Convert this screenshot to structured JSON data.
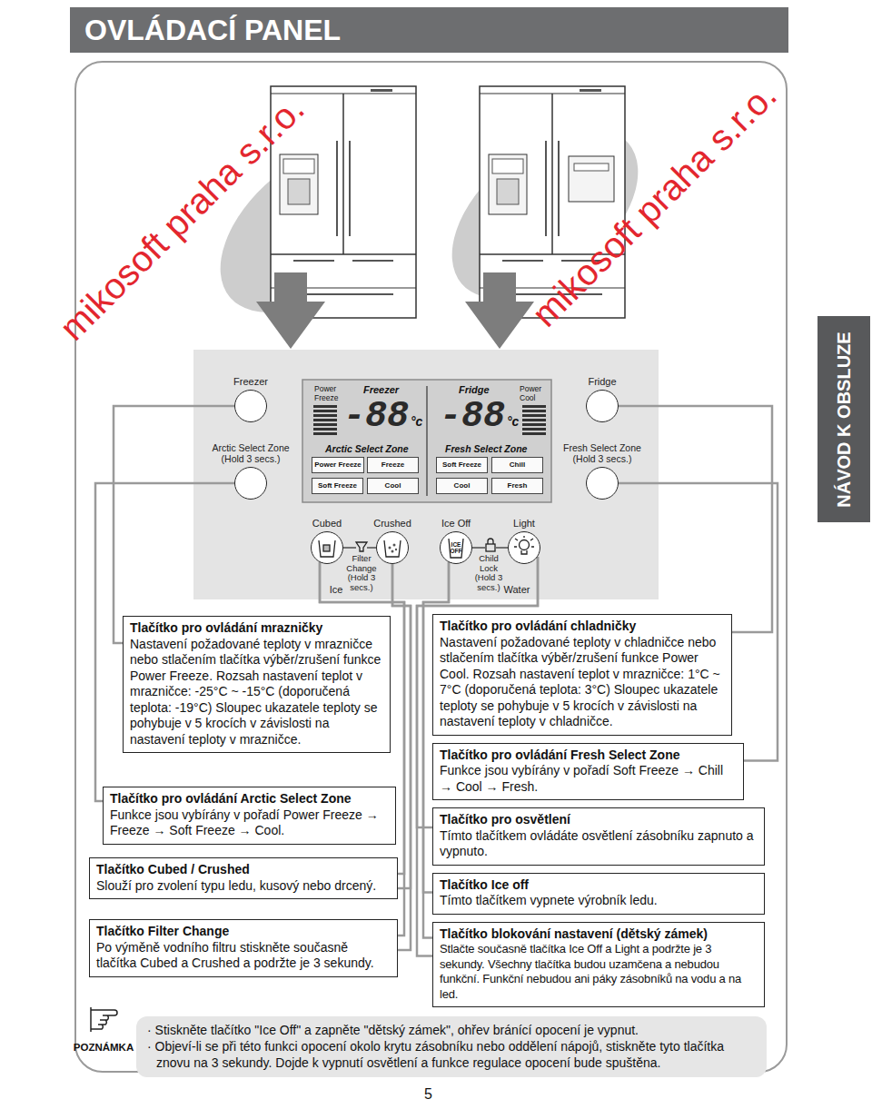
{
  "diagram": {
    "title": "OVLÁDACÍ PANEL",
    "nodes": [
      {
        "text": [
          "Filter Change (Hold 3 secs.)",
          "Child Lock (Hold 3 secs.)",
          "Ice",
          "Water"
        ]
      },
      {
        "text": [
          "Power Freeze",
          "Freezer",
          "Fridge",
          "Power Cool",
          "-88",
          "°c",
          "-88",
          "°c",
          "Arctic Select Zone",
          "Fresh Select Zone"
        ],
        "in": 0
      },
      {
        "text": [
          "Power Freeze"
        ],
        "in": 1
      },
      {
        "text": [
          "Freeze"
        ],
        "in": 1
      },
      {
        "text": [
          "Soft Freeze"
        ],
        "in": 1
      },
      {
        "text": [
          "Cool"
        ],
        "in": 1
      },
      {
        "text": [
          "Soft Freeze"
        ],
        "in": 1
      },
      {
        "text": [
          "Chill"
        ],
        "in": 1
      },
      {
        "text": [
          "Cool"
        ],
        "in": 1
      },
      {
        "text": [
          "Fresh"
        ],
        "in": 1
      },
      {
        "text": [
          "Freezer"
        ],
        "in": 0
      },
      {
        "text": [
          "Arctic Select Zone (Hold 3 secs.)"
        ],
        "in": 0
      },
      {
        "text": [
          "Fridge"
        ],
        "in": 0
      },
      {
        "text": [
          "Fresh Select Zone (Hold 3 secs.)"
        ],
        "in": 0
      },
      {
        "text": [
          "Cubed"
        ],
        "in": 0
      },
      {
        "text": [
          "Crushed"
        ],
        "in": 0
      },
      {
        "text": [
          "Ice Off",
          "ICE OFF"
        ],
        "in": 0
      },
      {
        "text": [
          "Light"
        ],
        "in": 0
      },
      {
        "text": [
          "Tlačítko pro ovládání mrazničky",
          "Nastavení požadované teploty v mrazničce nebo stlačením tlačítka výběr/zrušení funkce Power Freeze. Rozsah nastavení teplot v mrazničce: -25°C ~ -15°C (doporučená teplota: -19°C) Sloupec ukazatele teploty se pohybuje v 5 krocích v závislosti na nastavení teploty v mrazničce."
        ]
      },
      {
        "text": [
          "Tlačítko pro ovládání Arctic Select Zone",
          "Funkce jsou vybírány v pořadí Power Freeze → Freeze → Soft Freeze → Cool."
        ]
      },
      {
        "text": [
          "Tlačítko Cubed / Crushed",
          "Slouží pro zvolení typu ledu, kusový nebo drcený."
        ]
      },
      {
        "text": [
          "Tlačítko Filter Change",
          "Po výměně vodního filtru stiskněte současně tlačítka Cubed a Crushed a podržte je 3 sekundy."
        ]
      },
      {
        "text": [
          "Tlačítko pro ovládání chladničky",
          "Nastavení požadované teploty v chladničce nebo stlačením tlačítka výběr/zrušení funkce Power Cool. Rozsah nastavení teplot v mrazničce: 1°C ~ 7°C (doporučená teplota: 3°C) Sloupec ukazatele teploty se pohybuje v 5 krocích v závislosti na nastavení teploty v chladničce."
        ]
      },
      {
        "text": [
          "Tlačítko pro ovládání Fresh Select Zone",
          "Funkce jsou vybírány v pořadí Soft Freeze → Chill → Cool → Fresh."
        ]
      },
      {
        "text": [
          "Tlačítko pro osvětlení",
          "Tímto tlačítkem ovládáte osvětlení zásobníku zapnuto a vypnuto."
        ]
      },
      {
        "text": [
          "Tlačítko Ice off",
          "Tímto tlačítkem vypnete výrobník ledu."
        ]
      },
      {
        "text": [
          "Tlačítko blokování nastavení (dětský zámek)",
          "Stlačte současně tlačítka Ice Off a Light a podržte je 3 sekundy. Všechny tlačítka budou uzamčena a nebudou funkční. Funkční nebudou ani páky zásobníků na vodu a na led."
        ]
      },
      {
        "text": [
          "· Stiskněte tlačítko \"Ice Off\" a zapněte \"dětský zámek\", ohřev bránící opocení je vypnut.",
          "· Objeví-li se při této funkci opocení okolo krytu zásobníku nebo oddělení nápojů, stiskněte tyto tlačítka znovu na 3 sekundy. Dojde k vypnutí osvětlení a funkce regulace opocení bude spuštěna."
        ]
      },
      {
        "text": [
          "NÁVOD K OBSLUZE"
        ]
      }
    ],
    "edges": [
      {
        "from": 10,
        "to": 18,
        "arrow": "none"
      },
      {
        "from": 11,
        "to": 19,
        "arrow": "none"
      },
      {
        "from": 14,
        "to": 20,
        "arrow": "none"
      },
      {
        "from": 15,
        "to": 20,
        "arrow": "none"
      },
      {
        "from": 14,
        "to": 21,
        "arrow": "none"
      },
      {
        "from": 15,
        "to": 21,
        "arrow": "none"
      },
      {
        "from": 12,
        "to": 22,
        "arrow": "none"
      },
      {
        "from": 13,
        "to": 23,
        "arrow": "none"
      },
      {
        "from": 17,
        "to": 24,
        "arrow": "none"
      },
      {
        "from": 16,
        "to": 25,
        "arrow": "none"
      },
      {
        "from": 16,
        "to": 26,
        "arrow": "none"
      },
      {
        "from": 17,
        "to": 26,
        "arrow": "none"
      }
    ],
    "labels": [
      "POZNÁMKA",
      "5",
      "mikosoft praha s.r.o.",
      "mikosoft praha s.r.o."
    ]
  }
}
